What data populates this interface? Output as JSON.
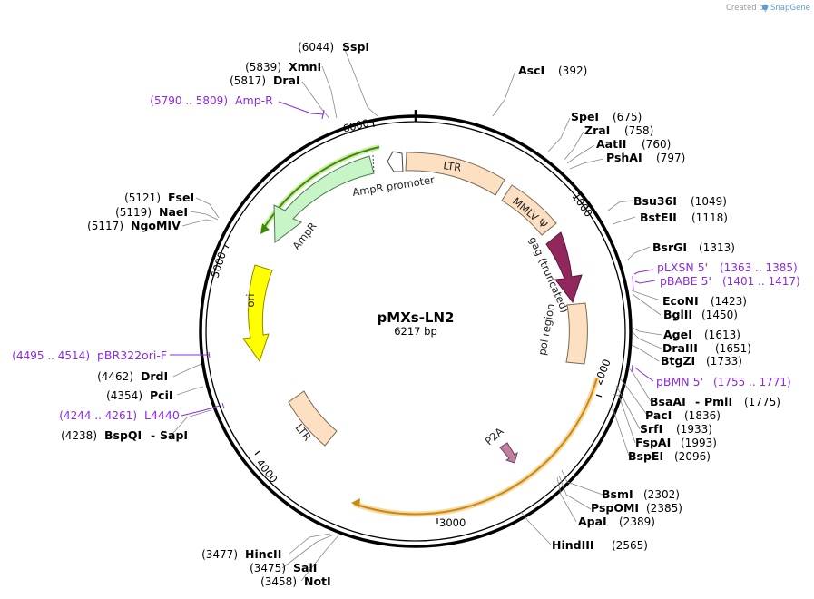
{
  "credit": {
    "prefix": "Created by",
    "brand": "SnapGene"
  },
  "plasmid": {
    "name": "pMXs-LN2",
    "length": "6217 bp"
  },
  "ticks": [
    "1000",
    "2000",
    "3000",
    "4000",
    "5000",
    "6000"
  ],
  "features": {
    "ltr_top": "LTR",
    "mmlv_psi": "MMLV Ψ",
    "gag": "gag (truncated)",
    "pol": "pol region",
    "ltr_bottom": "LTR",
    "p2a": "P2A",
    "ori": "ori",
    "ampr": "AmpR",
    "ampr_promoter": "AmpR promoter"
  },
  "sites": {
    "sspi": {
      "num": "(6044)",
      "name": "SspI"
    },
    "xmni": {
      "num": "(5839)",
      "name": "XmnI"
    },
    "drai": {
      "num": "(5817)",
      "name": "DraI"
    },
    "asci": {
      "num": "(392)",
      "name": "AscI"
    },
    "spei": {
      "num": "(675)",
      "name": "SpeI"
    },
    "zrai": {
      "num": "(758)",
      "name": "ZraI"
    },
    "aatii": {
      "num": "(760)",
      "name": "AatII"
    },
    "pshai": {
      "num": "(797)",
      "name": "PshAI"
    },
    "bsu36i": {
      "num": "(1049)",
      "name": "Bsu36I"
    },
    "bsteii": {
      "num": "(1118)",
      "name": "BstEII"
    },
    "bsrgi": {
      "num": "(1313)",
      "name": "BsrGI"
    },
    "econi": {
      "num": "(1423)",
      "name": "EcoNI"
    },
    "bglii": {
      "num": "(1450)",
      "name": "BglII"
    },
    "agei": {
      "num": "(1613)",
      "name": "AgeI"
    },
    "draiii": {
      "num": "(1651)",
      "name": "DraIII"
    },
    "btgzi": {
      "num": "(1733)",
      "name": "BtgZI"
    },
    "bsaai": {
      "num": "(1775)",
      "name": "BsaAI",
      "dash": "-",
      "name2": "PmlI"
    },
    "paci": {
      "num": "(1836)",
      "name": "PacI"
    },
    "srfi": {
      "num": "(1933)",
      "name": "SrfI"
    },
    "fspai": {
      "num": "(1993)",
      "name": "FspAI"
    },
    "bspei": {
      "num": "(2096)",
      "name": "BspEI"
    },
    "bsmi": {
      "num": "(2302)",
      "name": "BsmI"
    },
    "psp": {
      "num": "(2385)",
      "name": "PspOMI"
    },
    "apai": {
      "num": "(2389)",
      "name": "ApaI"
    },
    "hindiii": {
      "num": "(2565)",
      "name": "HindIII"
    },
    "fsei": {
      "num": "(5121)",
      "name": "FseI"
    },
    "naei": {
      "num": "(5119)",
      "name": "NaeI"
    },
    "ngomiv": {
      "num": "(5117)",
      "name": "NgoMIV"
    },
    "drdi": {
      "num": "(4462)",
      "name": "DrdI"
    },
    "pcii": {
      "num": "(4354)",
      "name": "PciI"
    },
    "bspqi": {
      "num": "(4238)",
      "name": "BspQI",
      "dash": "-",
      "name2": "SapI"
    },
    "hincii": {
      "num": "(3477)",
      "name": "HincII"
    },
    "sali": {
      "num": "(3475)",
      "name": "SalI"
    },
    "noti": {
      "num": "(3458)",
      "name": "NotI"
    }
  },
  "primers": {
    "ampr": {
      "range": "(5790 .. 5809)",
      "name": "Amp-R"
    },
    "plxsn": {
      "range": "(1363 .. 1385)",
      "name": "pLXSN 5'"
    },
    "pbabe": {
      "range": "(1401 .. 1417)",
      "name": "pBABE 5'"
    },
    "pbmn": {
      "range": "(1755 .. 1771)",
      "name": "pBMN 5'"
    },
    "pbr322": {
      "range": "(4495 .. 4514)",
      "name": "pBR322ori-F"
    },
    "l4440": {
      "range": "(4244 .. 4261)",
      "name": "L4440"
    }
  },
  "colors": {
    "backbone": "#000000",
    "ltr": "#fde0c2",
    "mmlv": "#fde0c2",
    "gag": "#92275d",
    "ori": "#ffff00",
    "ampr": "#c8f5c8",
    "orf_green": "#4f9b0c",
    "orf_orange": "#c98a11",
    "p2a": "#c07fa0",
    "primer": "#8b2be2"
  }
}
